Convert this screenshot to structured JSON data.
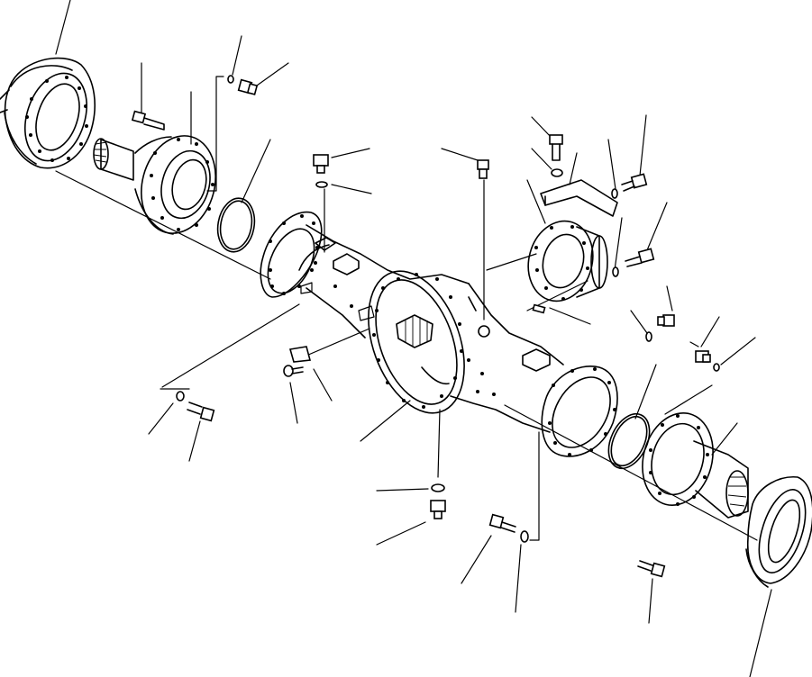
{
  "diagram": {
    "kind": "exploded-parts-view",
    "subject": "axle-housing-assembly",
    "parts": [
      "left-wheel-hub-flange",
      "left-axle-carrier",
      "left-carrier-bolt",
      "o-ring-left",
      "plug-bolt-upper-left",
      "axle-housing",
      "breather-plug",
      "breather-o-ring",
      "center-vent-fitting",
      "differential-mounting-face",
      "rear-plate-bracket",
      "bracket-bolt",
      "bracket-washer",
      "right-rear-bearing-cage",
      "cage-bolt",
      "dowel-pin",
      "plug-right",
      "plug-o-ring-right",
      "right-flange-bolt",
      "o-ring-right",
      "right-axle-carrier",
      "right-wheel-hub-flange",
      "drain-plug",
      "drain-o-ring",
      "left-mount-bolt",
      "left-mount-washer",
      "small-cover-plate",
      "cover-screw",
      "lower-bolt",
      "lower-washer",
      "right-carrier-bolt-lower"
    ]
  }
}
